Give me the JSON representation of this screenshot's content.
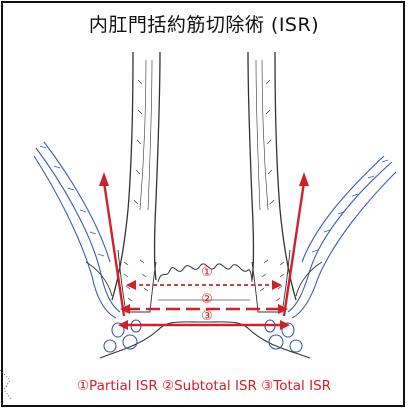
{
  "title": "内肛門括約筋切除術 (ISR)",
  "labels": {
    "partial_marker": "①",
    "subtotal_marker": "②",
    "total_marker": "③"
  },
  "caption": "①Partial ISR ②Subtotal ISR ③Total ISR",
  "colors": {
    "resection_red": "#d0202a",
    "muscle_blue": "#3a5fa8",
    "ink": "#333333"
  }
}
